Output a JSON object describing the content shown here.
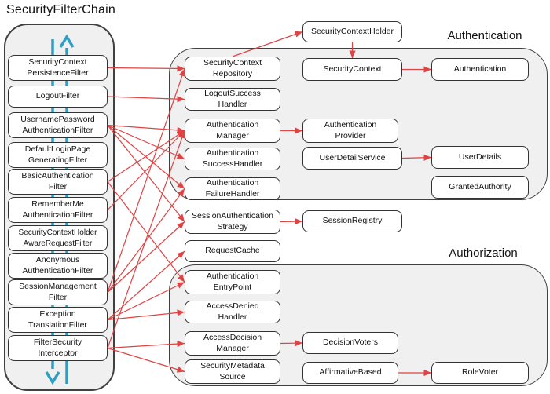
{
  "diagram": {
    "title": "SecurityFilterChain",
    "section_labels": {
      "authentication": "Authentication",
      "authorization": "Authorization"
    },
    "colors": {
      "arrow_red": "#df4343",
      "flow_blue": "#2e9ec4",
      "container_fill": "#f0f0f0",
      "container_border": "#404040",
      "box_border": "#333333"
    },
    "nodes": {
      "f_scp": "SecurityContext\nPersistenceFilter",
      "f_logout": "LogoutFilter",
      "f_upaf": "UsernamePassword\nAuthenticationFilter",
      "f_dlpg": "DefaultLoginPage\nGeneratingFilter",
      "f_basic": "BasicAuthentication\nFilter",
      "f_rememberme": "RememberMe\nAuthenticationFilter",
      "f_schar": "SecurityContextHolder\nAwareRequestFilter",
      "f_anon": "Anonymous\nAuthenticationFilter",
      "f_sessionmgmt": "SessionManagement\nFilter",
      "f_exception": "Exception\nTranslationFilter",
      "f_fsi": "FilterSecurity\nInterceptor",
      "securitycontextholder": "SecurityContextHolder",
      "securitycontextrepository": "SecurityContext\nRepository",
      "logoutsuccesshandler": "LogoutSuccess\nHandler",
      "authenticationmanager": "Authentication\nManager",
      "authenticationsuccesshandler": "Authentication\nSuccessHandler",
      "authenticationfailurehandler": "Authentication\nFailureHandler",
      "securitycontext": "SecurityContext",
      "authentication": "Authentication",
      "authenticationprovider": "Authentication\nProvider",
      "userdetailservice": "UserDetailService",
      "userdetails": "UserDetails",
      "grantedauthority": "GrantedAuthority",
      "sessionauthenticationstrategy": "SessionAuthentication\nStrategy",
      "sessionregistry": "SessionRegistry",
      "requestcache": "RequestCache",
      "authenticationentrypoint": "Authentication\nEntryPoint",
      "accessdeniedhandler": "AccessDenied\nHandler",
      "accessdecisionmanager": "AccessDecision\nManager",
      "securitymetadatasource": "SecurityMetadata\nSource",
      "decisionvoters": "DecisionVoters",
      "affirmativebased": "AffirmativeBased",
      "rolevoter": "RoleVoter"
    },
    "edges": [
      {
        "from": "f_scp",
        "to": "securitycontextrepository"
      },
      {
        "from": "f_logout",
        "to": "logoutsuccesshandler"
      },
      {
        "from": "f_upaf",
        "to": "authenticationmanager"
      },
      {
        "from": "f_upaf",
        "to": "authenticationsuccesshandler"
      },
      {
        "from": "f_upaf",
        "to": "authenticationfailurehandler"
      },
      {
        "from": "f_upaf",
        "to": "sessionauthenticationstrategy"
      },
      {
        "from": "f_basic",
        "to": "authenticationmanager"
      },
      {
        "from": "f_basic",
        "to": "authenticationentrypoint"
      },
      {
        "from": "f_rememberme",
        "to": "authenticationmanager"
      },
      {
        "from": "f_sessionmgmt",
        "to": "securitycontextrepository"
      },
      {
        "from": "f_sessionmgmt",
        "to": "sessionauthenticationstrategy"
      },
      {
        "from": "f_sessionmgmt",
        "to": "authenticationfailurehandler"
      },
      {
        "from": "f_exception",
        "to": "authenticationentrypoint"
      },
      {
        "from": "f_exception",
        "to": "accessdeniedhandler"
      },
      {
        "from": "f_exception",
        "to": "requestcache"
      },
      {
        "from": "f_fsi",
        "to": "authenticationmanager"
      },
      {
        "from": "f_fsi",
        "to": "accessdecisionmanager"
      },
      {
        "from": "f_fsi",
        "to": "securitymetadatasource"
      },
      {
        "from": "securitycontextrepository",
        "fromSide": "top",
        "to": "securitycontextholder",
        "toSide": "left"
      },
      {
        "from": "securitycontextholder",
        "fromSide": "bottom",
        "to": "securitycontext",
        "toSide": "top"
      },
      {
        "from": "securitycontext",
        "to": "authentication"
      },
      {
        "from": "authenticationmanager",
        "to": "authenticationprovider"
      },
      {
        "from": "userdetailservice",
        "to": "userdetails"
      },
      {
        "from": "sessionauthenticationstrategy",
        "to": "sessionregistry"
      },
      {
        "from": "accessdecisionmanager",
        "to": "decisionvoters"
      },
      {
        "from": "affirmativebased",
        "to": "rolevoter"
      }
    ]
  }
}
